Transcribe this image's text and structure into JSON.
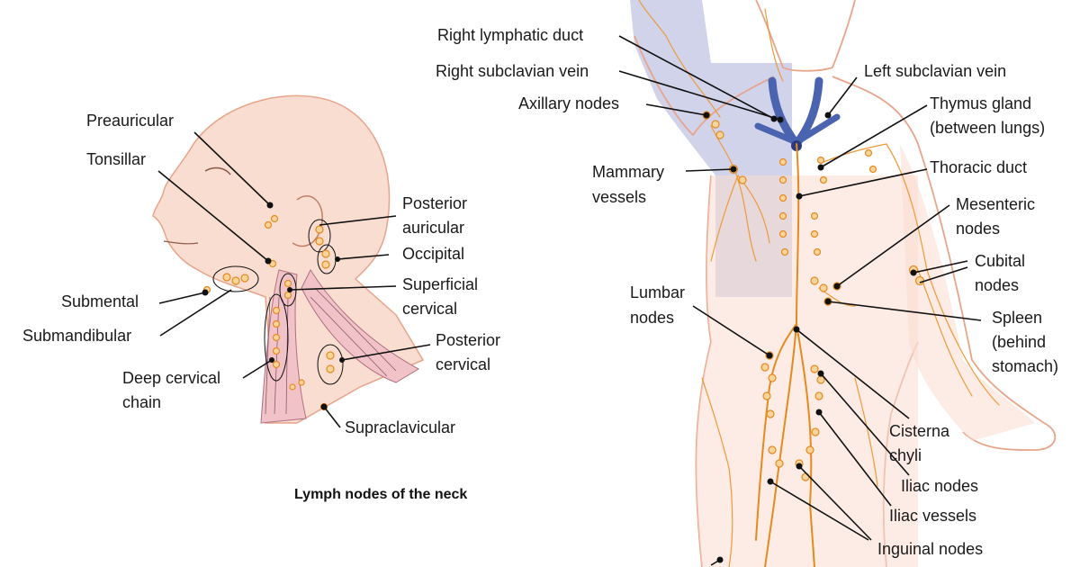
{
  "caption": "Lymph nodes of the neck",
  "neck_labels": {
    "preauricular": "Preauricular",
    "tonsillar": "Tonsillar",
    "posterior_auricular_1": "Posterior",
    "posterior_auricular_2": "auricular",
    "occipital": "Occipital",
    "superficial_cervical_1": "Superficial",
    "superficial_cervical_2": "cervical",
    "submental": "Submental",
    "submandibular": "Submandibular",
    "deep_cervical_1": "Deep cervical",
    "deep_cervical_2": "chain",
    "posterior_cervical_1": "Posterior",
    "posterior_cervical_2": "cervical",
    "supraclavicular": "Supraclavicular"
  },
  "body_labels": {
    "right_lymphatic_duct": "Right lymphatic duct",
    "right_subclavian_vein": "Right subclavian vein",
    "axillary_nodes": "Axillary nodes",
    "mammary_vessels_1": "Mammary",
    "mammary_vessels_2": "vessels",
    "lumbar_nodes_1": "Lumbar",
    "lumbar_nodes_2": "nodes",
    "left_subclavian_vein": "Left subclavian vein",
    "thymus_gland_1": "Thymus gland",
    "thymus_gland_2": "(between lungs)",
    "thoracic_duct": "Thoracic duct",
    "mesenteric_nodes_1": "Mesenteric",
    "mesenteric_nodes_2": "nodes",
    "cubital_nodes_1": "Cubital",
    "cubital_nodes_2": "nodes",
    "spleen_1": "Spleen",
    "spleen_2": "(behind",
    "spleen_3": "stomach)",
    "cisterna_chyli_1": "Cisterna",
    "cisterna_chyli_2": "chyli",
    "iliac_nodes": "Iliac nodes",
    "iliac_vessels": "Iliac vessels",
    "inguinal_nodes": "Inguinal nodes"
  },
  "colors": {
    "skin": "#f9ddd0",
    "skin_outline": "#e8a48a",
    "lymph": "#e58a1f",
    "node_fill": "#f7d49a",
    "drainage_region": "#c9cbe8",
    "vein": "#4a64b0",
    "muscle": "#f1c3c8"
  }
}
